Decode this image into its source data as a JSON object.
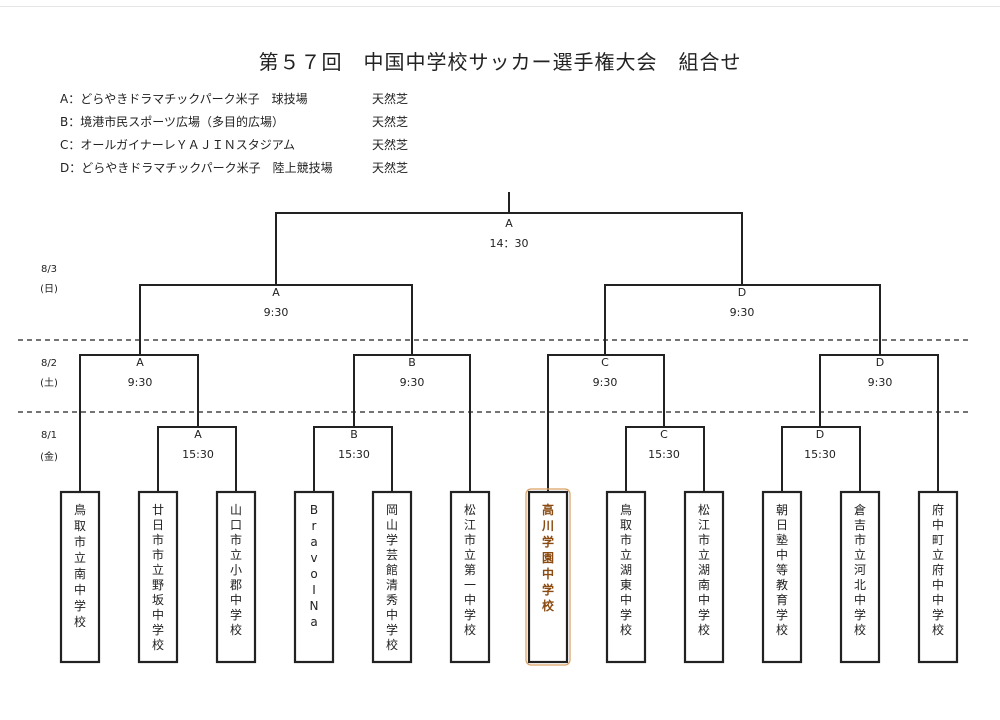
{
  "title": "第５７回　中国中学校サッカー選手権大会　組合せ",
  "venues": [
    {
      "name": "A：どらやきドラマチックパーク米子　球技場",
      "surface": "天然芝"
    },
    {
      "name": "B：境港市民スポーツ広場（多目的広場）",
      "surface": "天然芝"
    },
    {
      "name": "C：オールガイナーレＹＡＪＩＮスタジアム",
      "surface": "天然芝"
    },
    {
      "name": "D：どらやきドラマチックパーク米子　陸上競技場",
      "surface": "天然芝"
    }
  ],
  "dates": [
    {
      "date": "8/3",
      "day": "(日)"
    },
    {
      "date": "8/2",
      "day": "(土)"
    },
    {
      "date": "8/1",
      "day": "(金)"
    }
  ],
  "matches": [
    {
      "id": "r1_m1",
      "venue": "A",
      "time": "15:30"
    },
    {
      "id": "r1_m2",
      "venue": "B",
      "time": "15:30"
    },
    {
      "id": "r1_m3",
      "venue": "C",
      "time": "15:30"
    },
    {
      "id": "r1_m4",
      "venue": "D",
      "time": "15:30"
    },
    {
      "id": "qf_1",
      "venue": "A",
      "time": "9:30"
    },
    {
      "id": "qf_2",
      "venue": "B",
      "time": "9:30"
    },
    {
      "id": "qf_3",
      "venue": "C",
      "time": "9:30"
    },
    {
      "id": "qf_4",
      "venue": "D",
      "time": "9:30"
    },
    {
      "id": "sf_1",
      "venue": "A",
      "time": "9:30"
    },
    {
      "id": "sf_2",
      "venue": "D",
      "time": "9:30"
    },
    {
      "id": "final",
      "venue": "A",
      "time": "14：30"
    }
  ],
  "teams": [
    {
      "name": "鳥取市立南中学校",
      "highlight": false
    },
    {
      "name": "廿日市市立野坂中学校",
      "highlight": false
    },
    {
      "name": "山口市立小郡中学校",
      "highlight": false
    },
    {
      "name": "BravoINa",
      "highlight": false
    },
    {
      "name": "岡山学芸館清秀中学校",
      "highlight": false
    },
    {
      "name": "松江市立第一中学校",
      "highlight": false
    },
    {
      "name": "高川学園中学校",
      "highlight": true
    },
    {
      "name": "鳥取市立湖東中学校",
      "highlight": false
    },
    {
      "name": "松江市立湖南中学校",
      "highlight": false
    },
    {
      "name": "朝日塾中等教育学校",
      "highlight": false
    },
    {
      "name": "倉吉市立河北中学校",
      "highlight": false
    },
    {
      "name": "府中町立府中中学校",
      "highlight": false
    }
  ],
  "colors": {
    "line": "#222222",
    "highlight_text": "#8a4a10",
    "highlight_border": "#d9a066",
    "dashed": "#222222"
  }
}
